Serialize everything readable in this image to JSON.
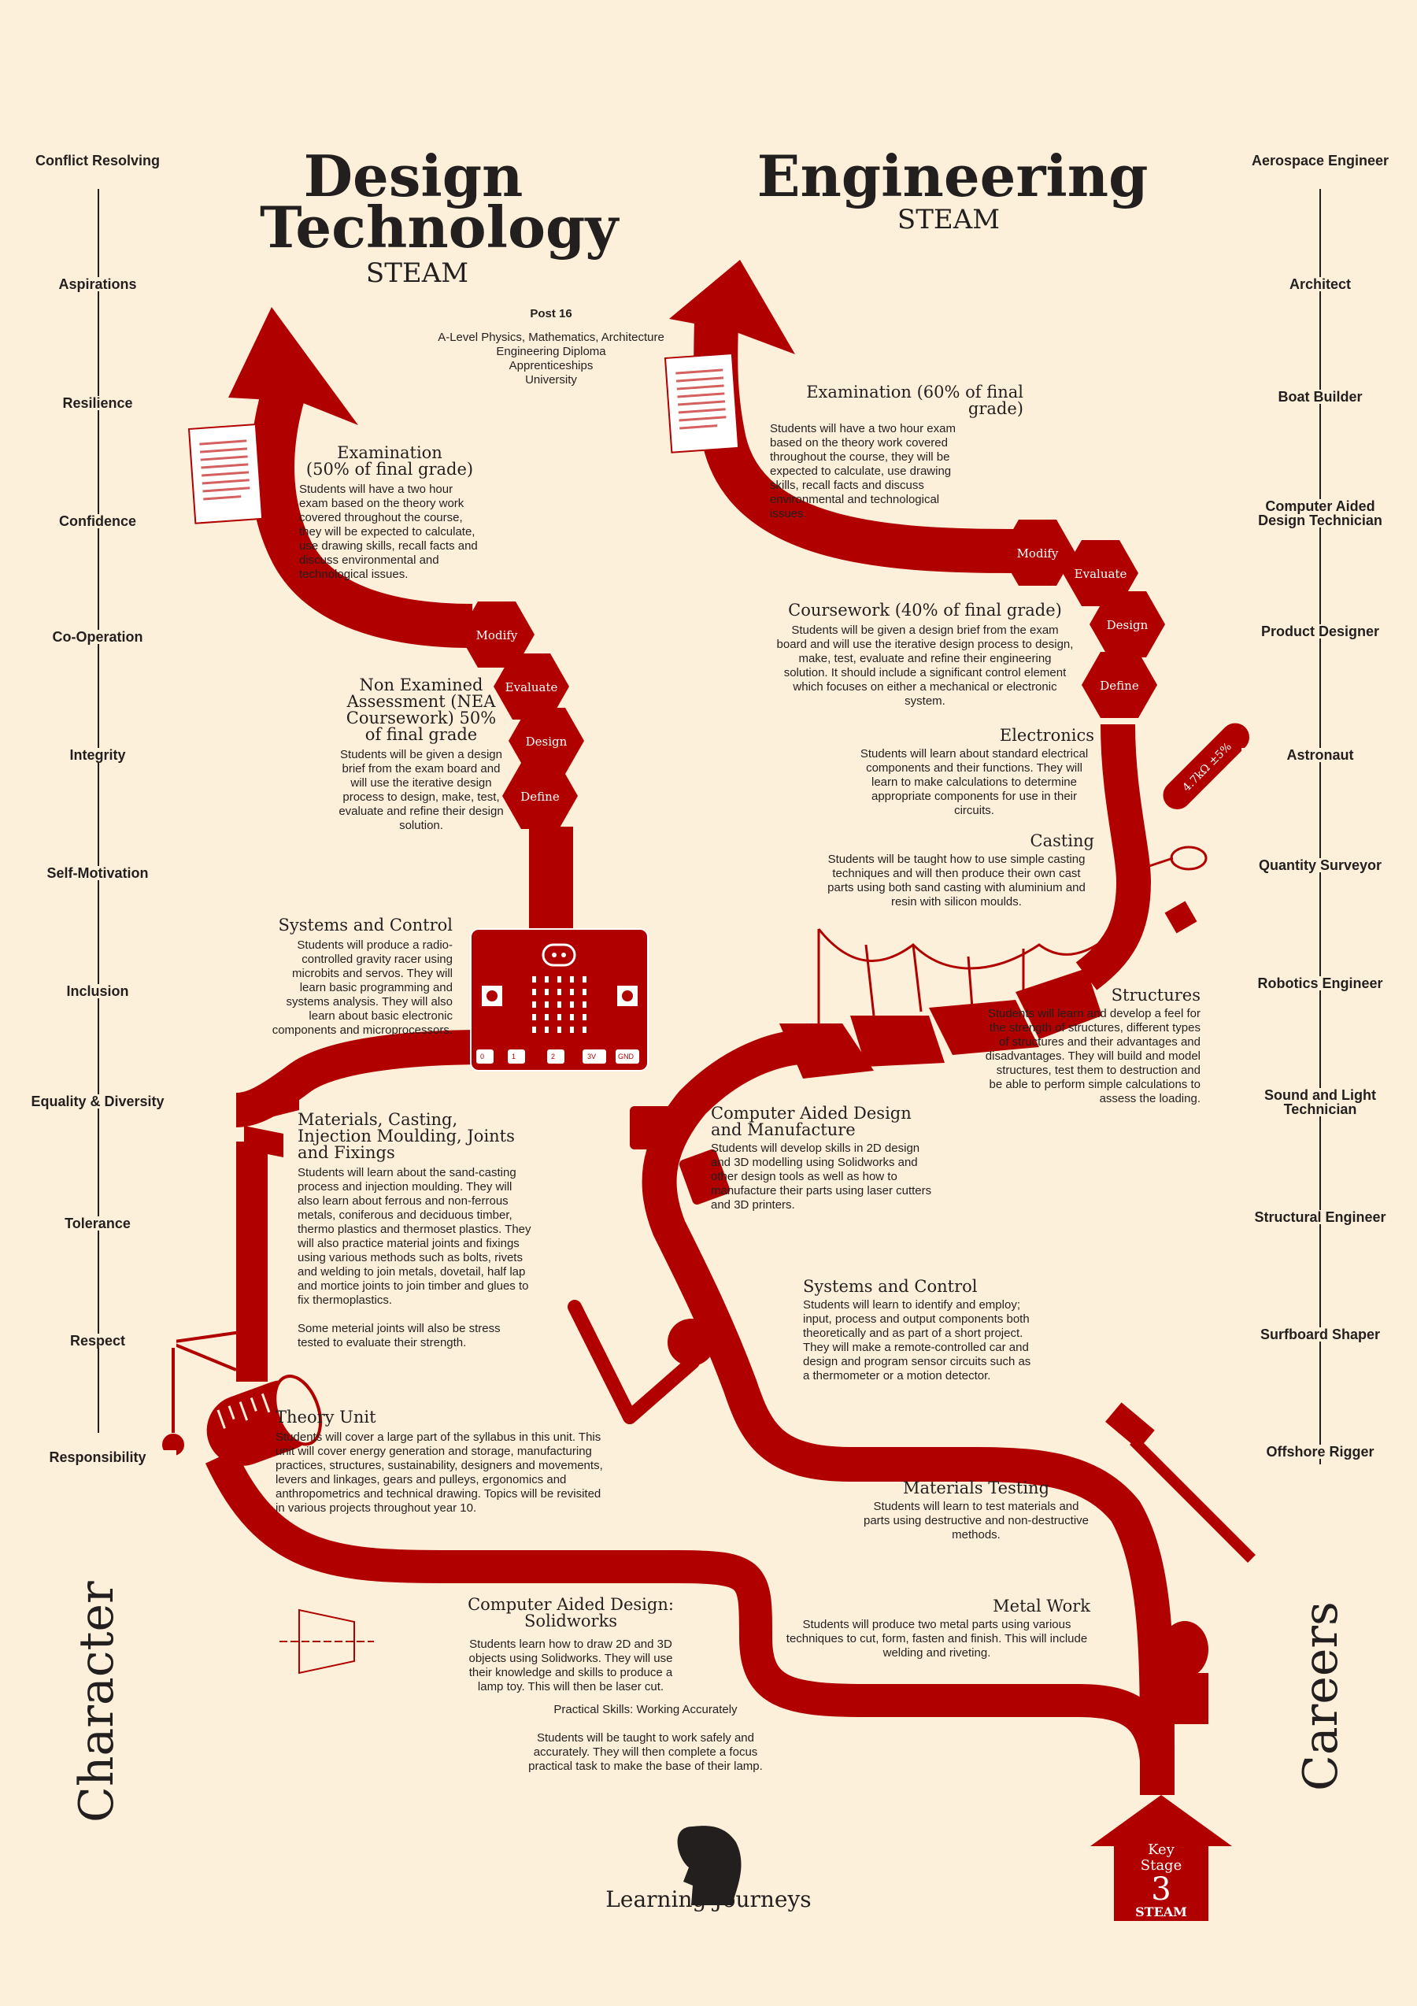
{
  "character": {
    "label": "Character",
    "items": [
      "Conflict Resolving",
      "Aspirations",
      "Resilience",
      "Confidence",
      "Co-Operation",
      "Integrity",
      "Self-Motivation",
      "Inclusion",
      "Equality & Diversity",
      "Tolerance",
      "Respect",
      "Responsibility"
    ]
  },
  "careers": {
    "label": "Careers",
    "items": [
      "Aerospace Engineer",
      "Architect",
      "Boat Builder",
      "Computer Aided Design Technician",
      "Product Designer",
      "Astronaut",
      "Quantity Surveyor",
      "Robotics Engineer",
      "Sound and Light Technician",
      "Structural Engineer",
      "Surfboard Shaper",
      "Offshore Rigger"
    ]
  },
  "dt": {
    "title_line1": "Design",
    "title_line2": "Technology",
    "subtitle": "STEAM"
  },
  "eng": {
    "title": "Engineering",
    "subtitle": "STEAM"
  },
  "post16": {
    "heading": "Post 16",
    "lines": [
      "A-Level Physics, Mathematics, Architecture",
      "Engineering Diploma",
      "Apprenticeships",
      "University"
    ]
  },
  "hexes": {
    "modify": "Modify",
    "evaluate": "Evaluate",
    "design": "Design",
    "define": "Define"
  },
  "dt_sections": {
    "exam_heading": "Examination\n(50% of final grade)",
    "exam_body": "Students will have a two hour exam based on the theory work covered throughout the course, they will be expected to calculate, use drawing skills, recall facts and discuss environmental and technological issues.",
    "nea_heading": "Non Examined Assessment (NEA Coursework) 50% of final grade",
    "nea_body": "Students will be given a design brief from the exam board and will use the iterative design process to design, make, test, evaluate and refine their design solution.",
    "sys_heading": "Systems and Control",
    "sys_body": "Students will produce a radio-controlled gravity racer using microbits and servos. They will learn basic programming and systems analysis. They will also learn about basic electronic components and microprocessors.",
    "mat_heading": "Materials, Casting, Injection Moulding, Joints and Fixings",
    "mat_body": "Students will learn about the sand-casting process and injection moulding. They will also learn about ferrous and non-ferrous metals, coniferous and deciduous timber, thermo plastics and thermoset plastics. They will also practice material joints and fixings using various methods such as bolts, rivets and welding to join metals, dovetail, half lap and mortice joints to join timber and glues to fix thermoplastics.",
    "mat_body2": "Some meterial joints will also be stress tested to evaluate their strength.",
    "theory_heading": "Theory Unit",
    "theory_body": "Students will cover a large part of the syllabus in this unit. This unit will cover energy generation and storage, manufacturing practices, structures, sustainability, designers and movements, levers and linkages, gears and pulleys, ergonomics and anthropometrics and technical drawing. Topics will be revisited in various projects throughout year 10.",
    "cad_heading": "Computer Aided Design: Solidworks",
    "cad_body": "Students learn how to draw 2D and 3D objects using Solidworks. They will use their knowledge and skills to produce a lamp toy. This will then be laser cut.",
    "practical_heading": "Practical Skills: Working Accurately",
    "practical_body": "Students will be taught to work safely and accurately. They will then complete a focus practical task to make the base of their lamp."
  },
  "eng_sections": {
    "exam_heading": "Examination (60% of final grade)",
    "exam_body": "Students will have a two hour exam based on the theory work covered throughout the course, they will be expected to calculate, use drawing skills, recall facts and discuss environmental and technological issues.",
    "cw_heading": "Coursework (40% of final grade)",
    "cw_body": "Students will be given a design brief from the exam board and will use the iterative design process to design, make, test, evaluate and refine their engineering solution. It should include a significant control element which focuses on either a mechanical or electronic system.",
    "elec_heading": "Electronics",
    "elec_body": "Students will learn about standard electrical components and their functions. They will learn to make calculations to determine appropriate components for use in their circuits.",
    "cast_heading": "Casting",
    "cast_body": "Students will be taught how to use simple casting techniques and will then produce their own cast parts using both sand casting with aluminium and resin with silicon moulds.",
    "struct_heading": "Structures",
    "struct_body": "Students will learn and develop a feel for the strength of structures, different types of structures and their advantages and disadvantages. They will build and model structures, test them to destruction and be able to perform simple calculations to assess the loading.",
    "cadm_heading": "Computer Aided Design and Manufacture",
    "cadm_body": "Students will develop skills in 2D design and 3D modelling using Solidworks and other design tools as well as how to manufacture their parts using laser cutters and 3D printers.",
    "sys_heading": "Systems and Control",
    "sys_body": "Students will learn to identify and employ; input, process and output components both theoretically and as part of a short project. They will make a remote-controlled car and design and program sensor circuits such as a thermometer or a motion detector.",
    "mt_heading": "Materials Testing",
    "mt_body": "Students will learn to test materials and parts using destructive and non-destructive methods.",
    "mw_heading": "Metal Work",
    "mw_body": "Students will produce two metal parts using various techniques to cut, form, fasten and finish. This will include welding and riveting."
  },
  "microbit_pins": [
    "0",
    "1",
    "2",
    "3V",
    "GND"
  ],
  "ks3": {
    "key": "Key",
    "stage": "Stage",
    "num": "3",
    "steam": "STEAM"
  },
  "footer": "Learning Journeys",
  "resistor_text": "4.7kΩ ±5%",
  "colors": {
    "path": "#b00000",
    "bg": "#fdf0da",
    "text": "#231f1f"
  }
}
